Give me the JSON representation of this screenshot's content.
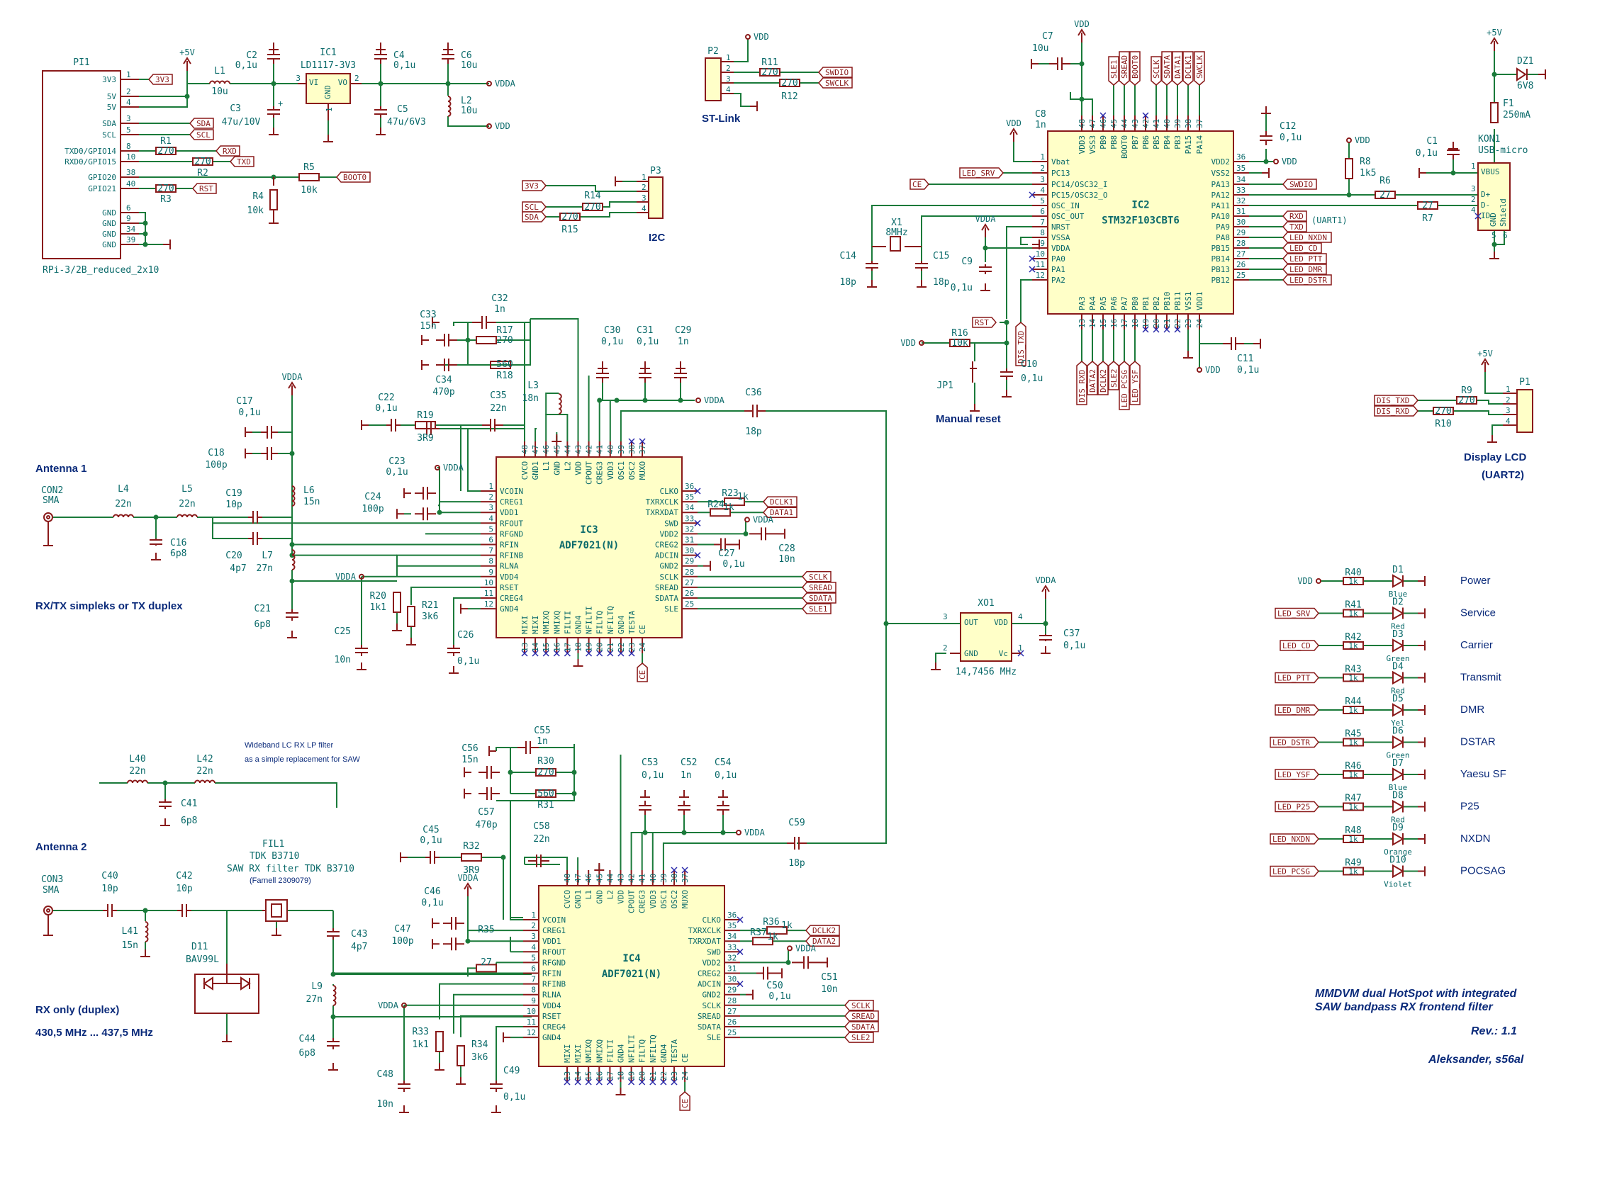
{
  "nets": [
    "+5V",
    "VDDA",
    "VDD",
    "3V3",
    "SDA",
    "SCL",
    "RXD",
    "TXD",
    "BOOT0",
    "RST",
    "SWDIO",
    "SWCLK",
    "LED_SRV",
    "CE",
    "DIS_TXD",
    "DIS_RXD",
    "DCLK1",
    "DATA1",
    "DCLK2",
    "DATA2",
    "SCLK",
    "SREAD",
    "SDATA",
    "SLE1",
    "SLE2",
    "LED_NXDN",
    "LED_CD",
    "LED_PTT",
    "LED_DMR",
    "LED_DSTR",
    "LED_YSF",
    "LED_P25",
    "LED_PCSG"
  ],
  "connectors": {
    "pi1": {
      "ref": "PI1",
      "name": "RPi-3/2B_reduced_2x10",
      "pins": [
        {
          "n": "1",
          "name": "3V3"
        },
        {
          "n": "2",
          "name": "5V"
        },
        {
          "n": "4",
          "name": "5V"
        },
        {
          "n": "3",
          "name": "SDA"
        },
        {
          "n": "5",
          "name": "SCL"
        },
        {
          "n": "8",
          "name": "TXD0/GPIO14"
        },
        {
          "n": "10",
          "name": "RXD0/GPIO15"
        },
        {
          "n": "38",
          "name": "GPIO20"
        },
        {
          "n": "40",
          "name": "GPIO21"
        },
        {
          "n": "6",
          "name": "GND"
        },
        {
          "n": "9",
          "name": "GND"
        },
        {
          "n": "34",
          "name": "GND"
        },
        {
          "n": "39",
          "name": "GND"
        }
      ]
    },
    "p2": {
      "ref": "P2",
      "name": "ST-Link",
      "pins": [
        "1",
        "2",
        "3",
        "4"
      ]
    },
    "p3": {
      "ref": "P3",
      "name": "I2C",
      "pins": [
        "1",
        "2",
        "3",
        "4"
      ]
    },
    "p1": {
      "ref": "P1",
      "name": "Display LCD",
      "sub": "(UART2)",
      "pins": [
        "1",
        "2",
        "3",
        "4"
      ]
    },
    "kon1": {
      "ref": "KON1",
      "name": "USB-micro",
      "pins": [
        {
          "n": "1",
          "name": "VBUS"
        },
        {
          "n": "3",
          "name": "D+"
        },
        {
          "n": "2",
          "name": "D-"
        },
        {
          "n": "4",
          "name": "ID"
        },
        {
          "n": "5",
          "name": "GND"
        },
        {
          "n": "6",
          "name": "Shield"
        }
      ]
    },
    "con2": {
      "ref": "CON2",
      "name": "SMA"
    },
    "con3": {
      "ref": "CON3",
      "name": "SMA"
    }
  },
  "ic1": {
    "ref": "IC1",
    "name": "LD1117-3V3",
    "pins": [
      {
        "n": "3",
        "name": "VI"
      },
      {
        "n": "2",
        "name": "VO"
      },
      {
        "n": "1",
        "name": "GND"
      }
    ]
  },
  "ic2": {
    "ref": "IC2",
    "name": "STM32F103CBT6",
    "left": [
      {
        "n": "1",
        "name": "Vbat"
      },
      {
        "n": "2",
        "name": "PC13"
      },
      {
        "n": "3",
        "name": "PC14/OSC32_I"
      },
      {
        "n": "4",
        "name": "PC15/OSC32_O"
      },
      {
        "n": "5",
        "name": "OSC_IN"
      },
      {
        "n": "6",
        "name": "OSC_OUT"
      },
      {
        "n": "7",
        "name": "NRST"
      },
      {
        "n": "8",
        "name": "VSSA"
      },
      {
        "n": "9",
        "name": "VDDA"
      },
      {
        "n": "10",
        "name": "PA0"
      },
      {
        "n": "11",
        "name": "PA1"
      },
      {
        "n": "12",
        "name": "PA2"
      }
    ],
    "right": [
      {
        "n": "36",
        "name": "VDD2"
      },
      {
        "n": "35",
        "name": "VSS2"
      },
      {
        "n": "34",
        "name": "PA13"
      },
      {
        "n": "33",
        "name": "PA12"
      },
      {
        "n": "32",
        "name": "PA11"
      },
      {
        "n": "31",
        "name": "PA10"
      },
      {
        "n": "30",
        "name": "PA9"
      },
      {
        "n": "29",
        "name": "PA8"
      },
      {
        "n": "28",
        "name": "PB15"
      },
      {
        "n": "27",
        "name": "PB14"
      },
      {
        "n": "26",
        "name": "PB13"
      },
      {
        "n": "25",
        "name": "PB12"
      }
    ],
    "top": [
      {
        "n": "48",
        "name": "VDD3"
      },
      {
        "n": "47",
        "name": "VSS3"
      },
      {
        "n": "46",
        "name": "PB9"
      },
      {
        "n": "45",
        "name": "PB8"
      },
      {
        "n": "44",
        "name": "BOOT0"
      },
      {
        "n": "43",
        "name": "PB7"
      },
      {
        "n": "42",
        "name": "PB6"
      },
      {
        "n": "41",
        "name": "PB5"
      },
      {
        "n": "40",
        "name": "PB4"
      },
      {
        "n": "39",
        "name": "PB3"
      },
      {
        "n": "38",
        "name": "PA15"
      },
      {
        "n": "37",
        "name": "PA14"
      }
    ],
    "bottom": [
      {
        "n": "13",
        "name": "PA3"
      },
      {
        "n": "14",
        "name": "PA4"
      },
      {
        "n": "15",
        "name": "PA5"
      },
      {
        "n": "16",
        "name": "PA6"
      },
      {
        "n": "17",
        "name": "PA7"
      },
      {
        "n": "18",
        "name": "PB0"
      },
      {
        "n": "19",
        "name": "PB1"
      },
      {
        "n": "20",
        "name": "PB2"
      },
      {
        "n": "21",
        "name": "PB10"
      },
      {
        "n": "22",
        "name": "PB11"
      },
      {
        "n": "23",
        "name": "VSS1"
      },
      {
        "n": "24",
        "name": "VDD1"
      }
    ],
    "top_labels": [
      "SLE1",
      "SREAD",
      "BOOT0",
      "SCLK",
      "SDATA",
      "DATA1",
      "DCLK1",
      "SWCLK"
    ],
    "bottom_labels": [
      "DIS_RXD",
      "DATA2",
      "DCLK2",
      "SLE2",
      "LED_PCSG",
      "LED_YSF"
    ],
    "uart1": "(UART1)"
  },
  "adf": {
    "name": "ADF7021(N)",
    "left": [
      {
        "n": "1",
        "name": "VCOIN"
      },
      {
        "n": "2",
        "name": "CREG1"
      },
      {
        "n": "3",
        "name": "VDD1"
      },
      {
        "n": "4",
        "name": "RFOUT"
      },
      {
        "n": "5",
        "name": "RFGND"
      },
      {
        "n": "6",
        "name": "RFIN"
      },
      {
        "n": "7",
        "name": "RFINB"
      },
      {
        "n": "8",
        "name": "RLNA"
      },
      {
        "n": "9",
        "name": "VDD4"
      },
      {
        "n": "10",
        "name": "RSET"
      },
      {
        "n": "11",
        "name": "CREG4"
      },
      {
        "n": "12",
        "name": "GND4"
      }
    ],
    "right": [
      {
        "n": "36",
        "name": "CLKO"
      },
      {
        "n": "35",
        "name": "TXRXCLK"
      },
      {
        "n": "34",
        "name": "TXRXDAT"
      },
      {
        "n": "33",
        "name": "SWD"
      },
      {
        "n": "32",
        "name": "VDD2"
      },
      {
        "n": "31",
        "name": "CREG2"
      },
      {
        "n": "30",
        "name": "ADCIN"
      },
      {
        "n": "29",
        "name": "GND2"
      },
      {
        "n": "28",
        "name": "SCLK"
      },
      {
        "n": "27",
        "name": "SREAD"
      },
      {
        "n": "26",
        "name": "SDATA"
      },
      {
        "n": "25",
        "name": "SLE"
      }
    ],
    "top": [
      {
        "n": "48",
        "name": "CVCO"
      },
      {
        "n": "47",
        "name": "GND1"
      },
      {
        "n": "46",
        "name": "L1"
      },
      {
        "n": "45",
        "name": "GND"
      },
      {
        "n": "44",
        "name": "L2"
      },
      {
        "n": "43",
        "name": "VDD"
      },
      {
        "n": "42",
        "name": "CPOUT"
      },
      {
        "n": "41",
        "name": "CREG3"
      },
      {
        "n": "40",
        "name": "VDD3"
      },
      {
        "n": "39",
        "name": "OSC1"
      },
      {
        "n": "38",
        "name": "OSC2"
      },
      {
        "n": "37",
        "name": "MUXO"
      }
    ],
    "bottom": [
      {
        "n": "13",
        "name": "MIXI"
      },
      {
        "n": "14",
        "name": "MIXI"
      },
      {
        "n": "15",
        "name": "NMIXQ"
      },
      {
        "n": "16",
        "name": "NMIXQ"
      },
      {
        "n": "17",
        "name": "FILTI"
      },
      {
        "n": "18",
        "name": "GND4"
      },
      {
        "n": "19",
        "name": "NFILTI"
      },
      {
        "n": "20",
        "name": "FILTQ"
      },
      {
        "n": "21",
        "name": "NFILTQ"
      },
      {
        "n": "22",
        "name": "GND4"
      },
      {
        "n": "23",
        "name": "TESTA"
      },
      {
        "n": "24",
        "name": "CE"
      }
    ]
  },
  "ic3": {
    "ref": "IC3",
    "clk": "DCLK1",
    "dat": "DATA1",
    "sle": "SLE1"
  },
  "ic4": {
    "ref": "IC4",
    "clk": "DCLK2",
    "dat": "DATA2",
    "sle": "SLE2"
  },
  "xo1": {
    "ref": "XO1",
    "freq": "14,7456 MHz",
    "pins": [
      {
        "n": "3",
        "name": "OUT"
      },
      {
        "n": "2",
        "name": "GND"
      },
      {
        "n": "4",
        "name": "VDD"
      },
      {
        "n": "1",
        "name": "Vc"
      }
    ]
  },
  "x1": {
    "ref": "X1",
    "value": "8MHz"
  },
  "fil1": {
    "ref": "FIL1",
    "value": "TDK B3710",
    "desc": "SAW RX filter TDK B3710",
    "part": "(Farnell 2309079)"
  },
  "d11": {
    "ref": "D11",
    "value": "BAV99L"
  },
  "f1": {
    "ref": "F1",
    "value": "250mA"
  },
  "dz1": {
    "ref": "DZ1",
    "value": "6V8"
  },
  "jp1": {
    "ref": "JP1",
    "name": "Manual reset"
  },
  "labels": {
    "antenna1": "Antenna 1",
    "antenna2": "Antenna 2",
    "rxtx": "RX/TX simpleks or TX duplex",
    "rxonly": "RX only (duplex)",
    "band": "430,5 MHz ... 437,5 MHz",
    "lcnote1": "Wideband LC RX LP filter",
    "lcnote2": "as a simple replacement for SAW",
    "uart1": "(UART1)"
  },
  "parts": [
    {
      "ref": "L1",
      "value": "10u"
    },
    {
      "ref": "C2",
      "value": "0,1u"
    },
    {
      "ref": "C3",
      "value": "47u/10V"
    },
    {
      "ref": "C4",
      "value": "0,1u"
    },
    {
      "ref": "C5",
      "value": "47u/6V3"
    },
    {
      "ref": "C6",
      "value": "10u"
    },
    {
      "ref": "L2",
      "value": "10u"
    },
    {
      "ref": "R1",
      "value": "270"
    },
    {
      "ref": "R2",
      "value": "270"
    },
    {
      "ref": "R3",
      "value": "270"
    },
    {
      "ref": "R4",
      "value": "10k"
    },
    {
      "ref": "R5",
      "value": "10k"
    },
    {
      "ref": "R11",
      "value": "270"
    },
    {
      "ref": "R12",
      "value": "270"
    },
    {
      "ref": "R14",
      "value": "270"
    },
    {
      "ref": "R15",
      "value": "270"
    },
    {
      "ref": "C7",
      "value": "10u"
    },
    {
      "ref": "C8",
      "value": "1n"
    },
    {
      "ref": "C12",
      "value": "0,1u"
    },
    {
      "ref": "C14",
      "value": "18p"
    },
    {
      "ref": "C15",
      "value": "18p"
    },
    {
      "ref": "C9",
      "value": "0,1u"
    },
    {
      "ref": "R16",
      "value": "10k"
    },
    {
      "ref": "C10",
      "value": "0,1u"
    },
    {
      "ref": "C11",
      "value": "0,1u"
    },
    {
      "ref": "R8",
      "value": "1k5"
    },
    {
      "ref": "R6",
      "value": "27"
    },
    {
      "ref": "R7",
      "value": "27"
    },
    {
      "ref": "C1",
      "value": "0,1u"
    },
    {
      "ref": "R9",
      "value": "270"
    },
    {
      "ref": "R10",
      "value": "270"
    },
    {
      "ref": "C32",
      "value": "1n"
    },
    {
      "ref": "C33",
      "value": "15n"
    },
    {
      "ref": "R17",
      "value": "270"
    },
    {
      "ref": "C34",
      "value": "470p"
    },
    {
      "ref": "R18",
      "value": "560"
    },
    {
      "ref": "L3",
      "value": "18n"
    },
    {
      "ref": "C30",
      "value": "0,1u"
    },
    {
      "ref": "C31",
      "value": "0,1u"
    },
    {
      "ref": "C29",
      "value": "1n"
    },
    {
      "ref": "C36",
      "value": "18p"
    },
    {
      "ref": "C17",
      "value": "0,1u"
    },
    {
      "ref": "C18",
      "value": "100p"
    },
    {
      "ref": "C22",
      "value": "0,1u"
    },
    {
      "ref": "R19",
      "value": "3R9"
    },
    {
      "ref": "C35",
      "value": "22n"
    },
    {
      "ref": "L4",
      "value": "22n"
    },
    {
      "ref": "L5",
      "value": "22n"
    },
    {
      "ref": "C16",
      "value": "6p8"
    },
    {
      "ref": "C19",
      "value": "10p"
    },
    {
      "ref": "C20",
      "value": "4p7"
    },
    {
      "ref": "L6",
      "value": "15n"
    },
    {
      "ref": "L7",
      "value": "27n"
    },
    {
      "ref": "C21",
      "value": "6p8"
    },
    {
      "ref": "C23",
      "value": "0,1u"
    },
    {
      "ref": "C24",
      "value": "100p"
    },
    {
      "ref": "R20",
      "value": "1k1"
    },
    {
      "ref": "R21",
      "value": "3k6"
    },
    {
      "ref": "C25",
      "value": "10n"
    },
    {
      "ref": "C26",
      "value": "0,1u"
    },
    {
      "ref": "R23",
      "value": "1k"
    },
    {
      "ref": "R24",
      "value": "1k"
    },
    {
      "ref": "C27",
      "value": "0,1u"
    },
    {
      "ref": "C28",
      "value": "10n"
    },
    {
      "ref": "C37",
      "value": "0,1u"
    },
    {
      "ref": "L40",
      "value": "22n"
    },
    {
      "ref": "L42",
      "value": "22n"
    },
    {
      "ref": "C41",
      "value": "6p8"
    },
    {
      "ref": "C40",
      "value": "10p"
    },
    {
      "ref": "L41",
      "value": "15n"
    },
    {
      "ref": "C42",
      "value": "10p"
    },
    {
      "ref": "C43",
      "value": "4p7"
    },
    {
      "ref": "L9",
      "value": "27n"
    },
    {
      "ref": "C44",
      "value": "6p8"
    },
    {
      "ref": "C55",
      "value": "1n"
    },
    {
      "ref": "C56",
      "value": "15n"
    },
    {
      "ref": "R30",
      "value": "270"
    },
    {
      "ref": "C57",
      "value": "470p"
    },
    {
      "ref": "R31",
      "value": "560"
    },
    {
      "ref": "C53",
      "value": "0,1u"
    },
    {
      "ref": "C52",
      "value": "1n"
    },
    {
      "ref": "C54",
      "value": "0,1u"
    },
    {
      "ref": "C59",
      "value": "18p"
    },
    {
      "ref": "C45",
      "value": "0,1u"
    },
    {
      "ref": "R32",
      "value": "3R9"
    },
    {
      "ref": "C58",
      "value": "22n"
    },
    {
      "ref": "C46",
      "value": "0,1u"
    },
    {
      "ref": "C47",
      "value": "100p"
    },
    {
      "ref": "R35",
      "value": "27"
    },
    {
      "ref": "R33",
      "value": "1k1"
    },
    {
      "ref": "R34",
      "value": "3k6"
    },
    {
      "ref": "C48",
      "value": "10n"
    },
    {
      "ref": "C49",
      "value": "0,1u"
    },
    {
      "ref": "R36",
      "value": "1k"
    },
    {
      "ref": "R37",
      "value": "1k"
    },
    {
      "ref": "C50",
      "value": "0,1u"
    },
    {
      "ref": "C51",
      "value": "10n"
    }
  ],
  "leds": [
    {
      "net": "VDD",
      "r": "R40",
      "d": "D1",
      "color": "Blue",
      "name": "Power"
    },
    {
      "net": "LED_SRV",
      "r": "R41",
      "d": "D2",
      "color": "Red",
      "name": "Service"
    },
    {
      "net": "LED_CD",
      "r": "R42",
      "d": "D3",
      "color": "Green",
      "name": "Carrier"
    },
    {
      "net": "LED_PTT",
      "r": "R43",
      "d": "D4",
      "color": "Red",
      "name": "Transmit"
    },
    {
      "net": "LED_DMR",
      "r": "R44",
      "d": "D5",
      "color": "Yel",
      "name": "DMR"
    },
    {
      "net": "LED_DSTR",
      "r": "R45",
      "d": "D6",
      "color": "Green",
      "name": "DSTAR"
    },
    {
      "net": "LED_YSF",
      "r": "R46",
      "d": "D7",
      "color": "Blue",
      "name": "Yaesu SF"
    },
    {
      "net": "LED_P25",
      "r": "R47",
      "d": "D8",
      "color": "Red",
      "name": "P25"
    },
    {
      "net": "LED_NXDN",
      "r": "R48",
      "d": "D9",
      "color": "Orange",
      "name": "NXDN"
    },
    {
      "net": "LED_PCSG",
      "r": "R49",
      "d": "D10",
      "color": "Violet",
      "name": "POCSAG"
    }
  ],
  "led_r_value": "1k",
  "title_block": {
    "line1": "MMDVM dual HotSpot with integrated",
    "line2": "SAW bandpass RX frontend filter",
    "rev": "Rev.: 1.1",
    "author": "Aleksander, s56al"
  },
  "colors": {
    "wire": "#1a7a3a",
    "part": "#8a1a1a",
    "body": "#ffffc8",
    "text": "#0a6a6a",
    "title": "#0a2a7a"
  }
}
